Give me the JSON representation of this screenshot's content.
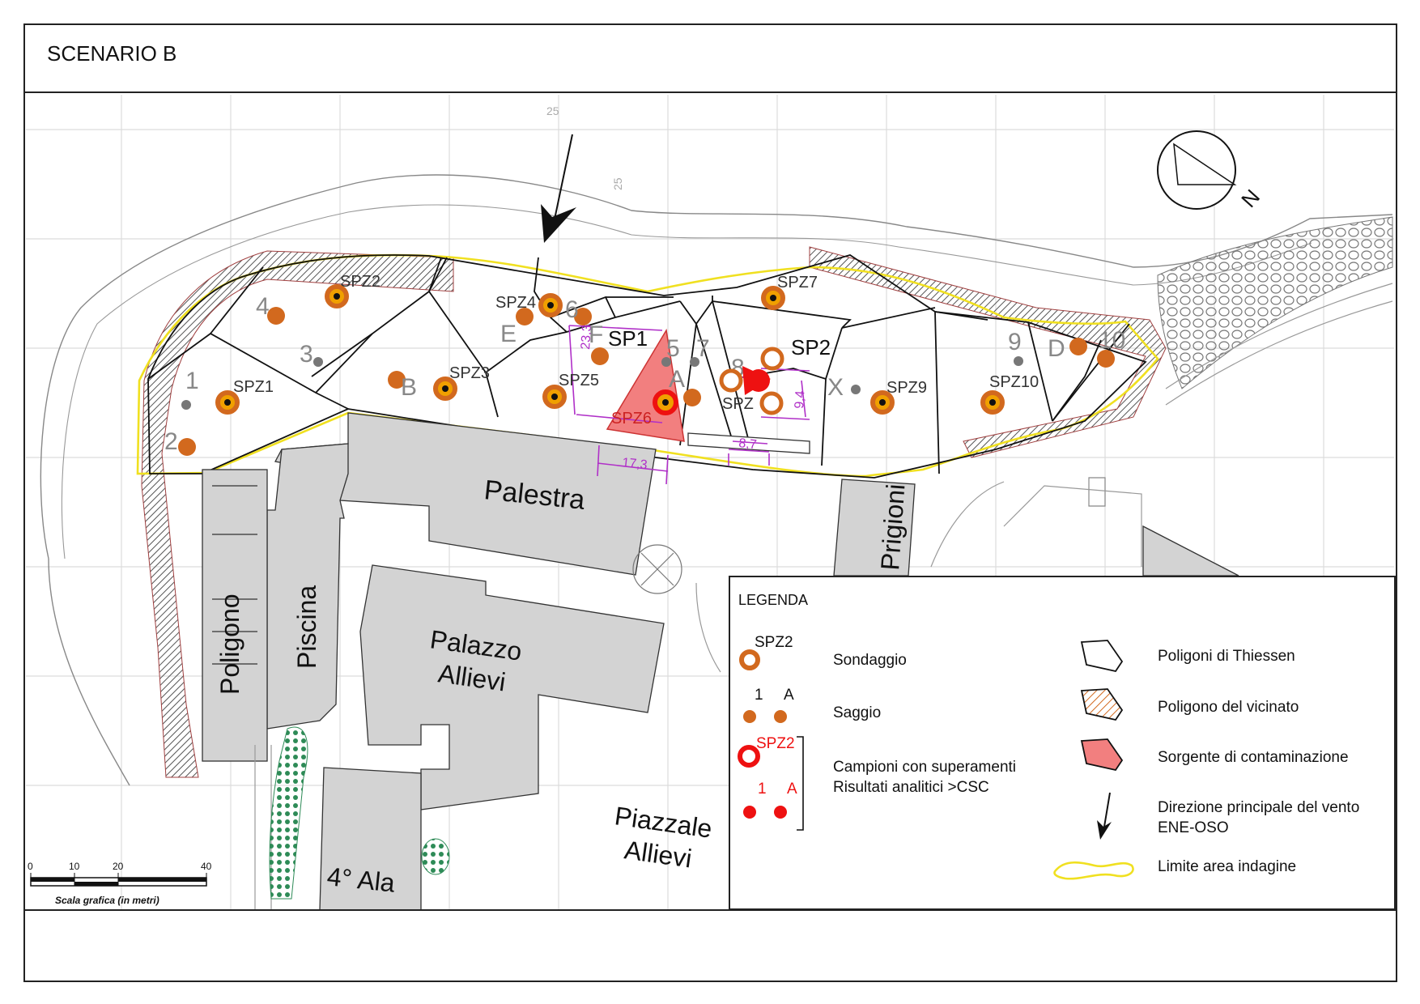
{
  "title": "SCENARIO B",
  "map": {
    "grid_label_top": "25",
    "grid_label_side": "25",
    "north_label": "N",
    "buildings": {
      "palestra": "Palestra",
      "piscina": "Piscina",
      "poligono": "Poligono",
      "palazzo_line1": "Palazzo",
      "palazzo_line2": "Allievi",
      "piazzale_line1": "Piazzale",
      "piazzale_line2": "Allievi",
      "quarta_ala": "4° Ala",
      "prigioni": "Prigioni"
    },
    "sondaggi": [
      "SPZ1",
      "SPZ2",
      "SPZ3",
      "SPZ4",
      "SPZ5",
      "SPZ6",
      "SPZ7",
      "SPZ",
      "SPZ9",
      "SPZ10"
    ],
    "saggi_numbers": [
      "1",
      "2",
      "3",
      "4",
      "5",
      "6",
      "7",
      "8",
      "9",
      "10"
    ],
    "saggi_letters": [
      "A",
      "B",
      "D",
      "E",
      "F",
      "X"
    ],
    "sources": [
      "SP1",
      "SP2"
    ],
    "dimensions": [
      "23,3",
      "17,3",
      "8,7",
      "9,4"
    ],
    "colors": {
      "sondaggio": "#d2691e",
      "exceed": "#ee1111",
      "source_fill": "#f27f7f",
      "limit": "#f0e020",
      "dimension": "#b030c8",
      "building": "#d3d3d3"
    }
  },
  "scale": {
    "ticks": [
      "0",
      "10",
      "20",
      "40"
    ],
    "caption": "Scala grafica (in metri)"
  },
  "legend": {
    "title": "LEGENDA",
    "sond_label": "SPZ2",
    "sondaggio": "Sondaggio",
    "saggio_n": "1",
    "saggio_l": "A",
    "saggio": "Saggio",
    "exceed_label": "SPZ2",
    "exceed_line1": "Campioni con superamenti",
    "exceed_line2": "Risultati analitici >CSC",
    "exceed_n": "1",
    "exceed_l": "A",
    "thiessen": "Poligoni di Thiessen",
    "vicinato": "Poligono del vicinato",
    "sorgente": "Sorgente di contaminazione",
    "vento_line1": "Direzione principale del vento",
    "vento_line2": "ENE-OSO",
    "limite": "Limite area indagine"
  }
}
